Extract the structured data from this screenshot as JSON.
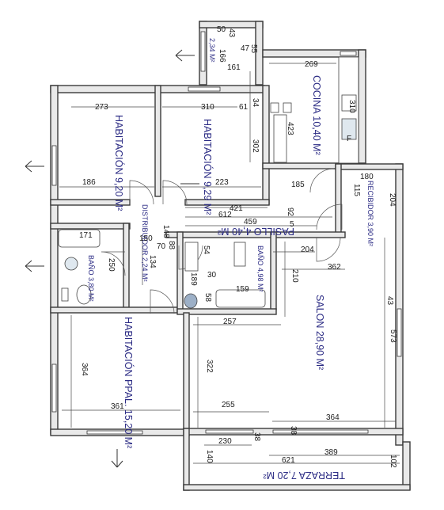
{
  "rooms": {
    "cocina": {
      "name": "COCINA 10,40 M²"
    },
    "hab1": {
      "name": "HABITACIÓN 9,20 M²"
    },
    "hab2": {
      "name": "HABITACIÓN 9,29 M²"
    },
    "hab_ppal": {
      "name": "HABITACIÓN PPAL. 15,20 M²"
    },
    "salon": {
      "name": "SALON 28,90 M²"
    },
    "pasillo": {
      "name": "PASILLO 4,40 M²"
    },
    "distribuidor": {
      "name": "DISTRIBUIDOR 2,24 M²"
    },
    "recibidor": {
      "name": "RECIBIDOR 3,90 M²"
    },
    "bano1": {
      "name": "BAÑO 3,80 M²"
    },
    "bano2": {
      "name": "BAÑO 4,98 M²"
    },
    "terraza": {
      "name": "TERRAZA 7,20 M²"
    },
    "galeria": {
      "name": "2,34 M²"
    }
  },
  "dimensions": {
    "d_50": "50",
    "d_43": "43",
    "d_47": "47",
    "d_55": "55",
    "d_166": "166",
    "d_161": "161",
    "d_269": "269",
    "d_273": "273",
    "d_310a": "310",
    "d_61": "61",
    "d_34": "34",
    "d_310b": "310",
    "d_423": "423",
    "d_302": "302",
    "d_186": "186",
    "d_223": "223",
    "d_185": "185",
    "d_180": "180",
    "d_115": "115",
    "d_204a": "204",
    "d_421": "421",
    "d_612": "612",
    "d_459": "459",
    "d_92": "92",
    "d_5": "5",
    "d_171": "171",
    "d_148": "148",
    "d_150": "150",
    "d_70": "70",
    "d_88": "88",
    "d_54": "54",
    "d_204b": "204",
    "d_362": "362",
    "d_210": "210",
    "d_250": "250",
    "d_134": "134",
    "d_189": "189",
    "d_30": "30",
    "d_58": "58",
    "d_159": "159",
    "d_43b": "43",
    "d_257": "257",
    "d_364a": "364",
    "d_322": "322",
    "d_573": "573",
    "d_361": "361",
    "d_255": "255",
    "d_364b": "364",
    "d_230": "230",
    "d_38a": "38",
    "d_38b": "38",
    "d_140": "140",
    "d_621": "621",
    "d_389": "389",
    "d_102": "102"
  },
  "fixture_labels": {
    "fridge": "F"
  },
  "colors": {
    "wall": "#e9e9e9",
    "line": "#3a3a3a",
    "room_text": "#2b2b84"
  }
}
